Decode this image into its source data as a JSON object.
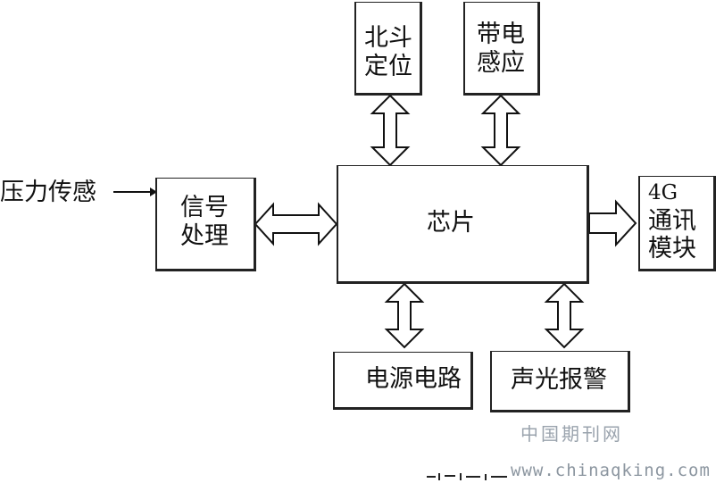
{
  "diagram": {
    "input_label": "压力传感",
    "nodes": {
      "beidou": "北斗\n定位",
      "electrification": "带电\n感应",
      "signal": "信号\n处理",
      "chip": "芯片",
      "comm_4g_line1": "4G",
      "comm_4g_line2": "通讯\n模块",
      "power": "电源电路",
      "alarm": "声光报警"
    }
  },
  "watermark": {
    "cn": "中国期刊网",
    "url": "www.chinaqking.com"
  }
}
